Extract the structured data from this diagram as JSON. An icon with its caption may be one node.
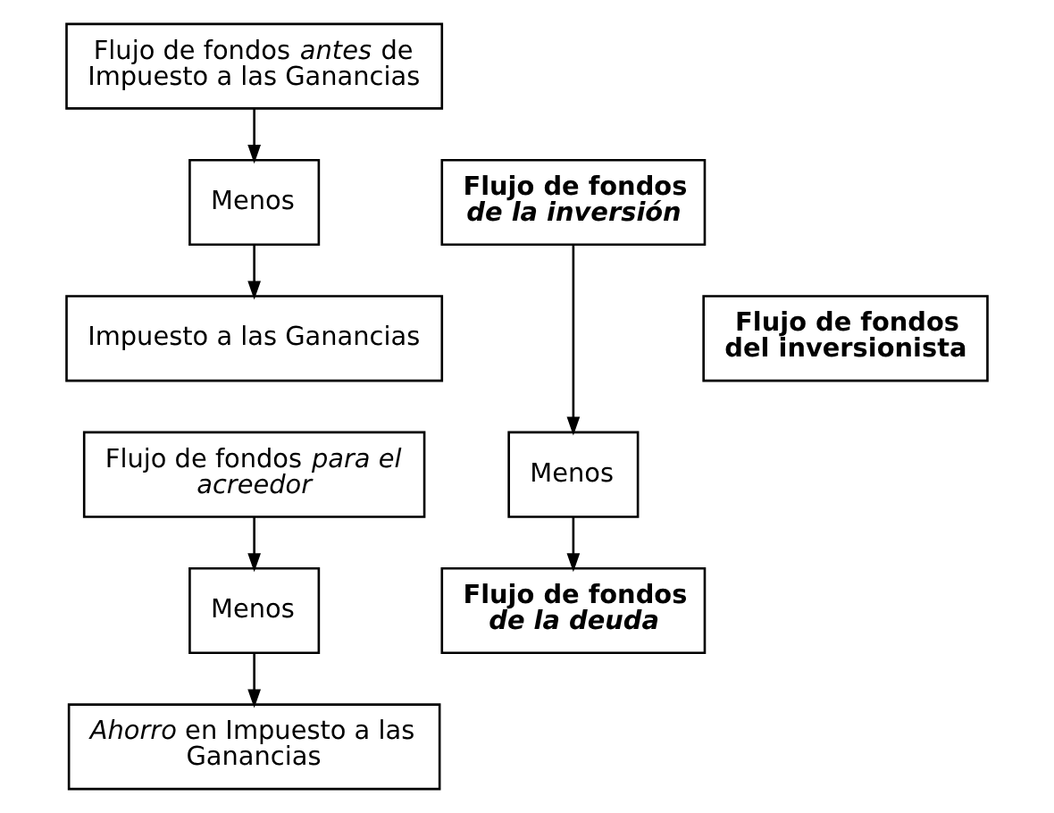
{
  "diagram": {
    "nodes": [
      {
        "text": [
          "Flujo de fondos *antes* de Impuesto a las Ganancias"
        ]
      },
      {
        "text": [
          "Menos"
        ]
      },
      {
        "text": [
          "Impuesto a las Ganancias"
        ]
      },
      {
        "text": [
          "Flujo de fondos *para el acreedor*"
        ]
      },
      {
        "text": [
          "Menos"
        ]
      },
      {
        "text": [
          "*Ahorro* en Impuesto a las Ganancias"
        ]
      },
      {
        "text": [
          "Flujo de fondos *de la inversión*"
        ]
      },
      {
        "text": [
          "Menos"
        ]
      },
      {
        "text": [
          "Flujo de fondos *de la deuda*"
        ]
      },
      {
        "text": [
          "Flujo de fondos del inversionista"
        ]
      }
    ],
    "edges": [
      {
        "from": 0,
        "to": 1,
        "arrow": "to"
      },
      {
        "from": 1,
        "to": 2,
        "arrow": "to"
      },
      {
        "from": 3,
        "to": 4,
        "arrow": "to"
      },
      {
        "from": 4,
        "to": 5,
        "arrow": "to"
      },
      {
        "from": 6,
        "to": 7,
        "arrow": "to"
      },
      {
        "from": 7,
        "to": 8,
        "arrow": "to"
      }
    ]
  }
}
